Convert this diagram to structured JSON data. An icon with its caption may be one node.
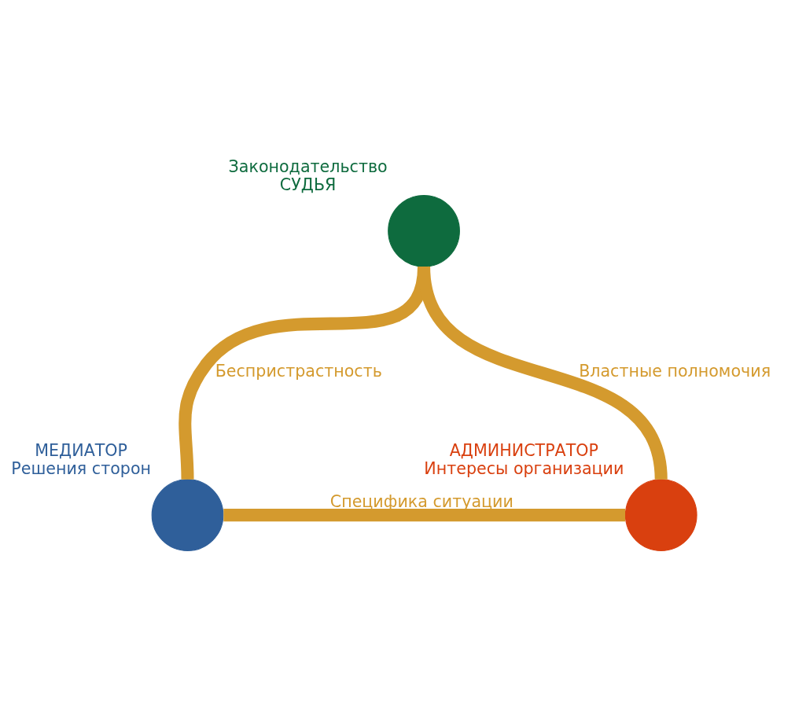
{
  "diagram": {
    "nodes": [
      {
        "text": [
          "Законодательство",
          "СУДЬЯ"
        ]
      },
      {
        "text": [
          "МЕДИАТОР",
          "Решения сторон"
        ]
      },
      {
        "text": [
          "АДМИНИСТРАТОР",
          "Интересы организации"
        ]
      }
    ],
    "edges": [
      {
        "from": 0,
        "to": 1,
        "arrow": "none",
        "label": "Беспристрастность"
      },
      {
        "from": 0,
        "to": 2,
        "arrow": "none",
        "label": "Властные полномочия"
      },
      {
        "from": 1,
        "to": 2,
        "arrow": "none",
        "label": "Специфика ситуации"
      }
    ]
  }
}
